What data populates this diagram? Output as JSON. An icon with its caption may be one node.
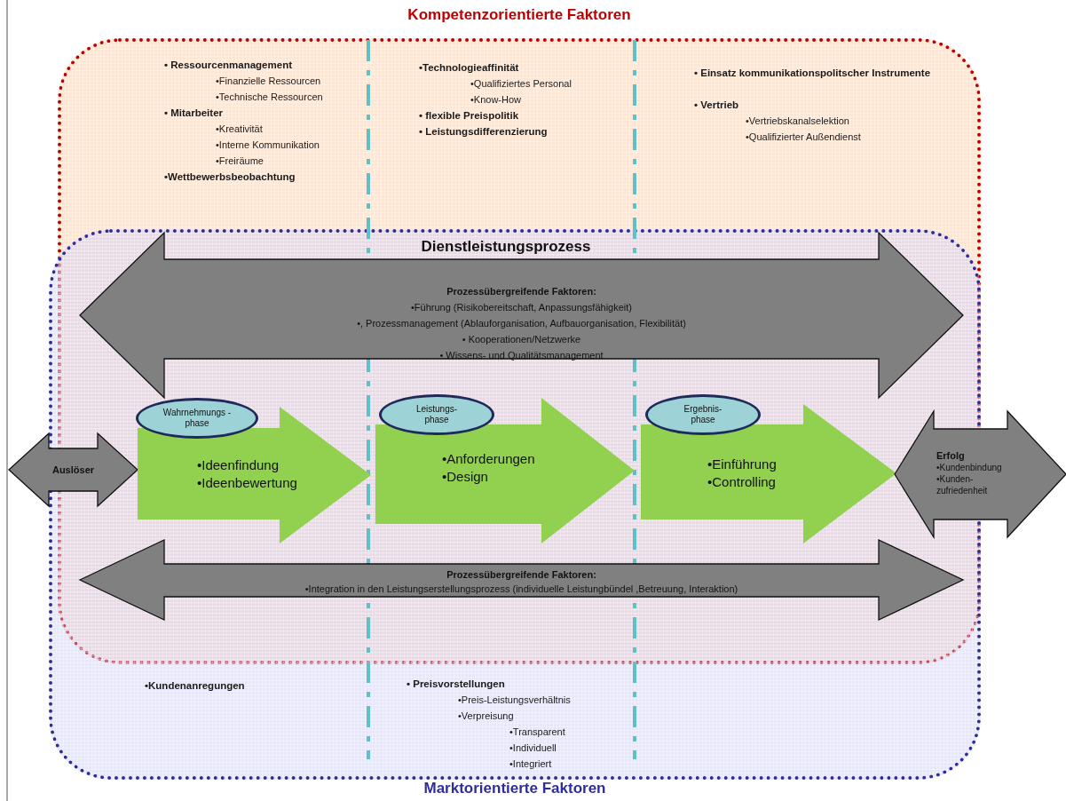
{
  "diagram": {
    "nodes": [
      {
        "text": [
          "Kompetenzorientierte Faktoren",
          "• Ressourcenmanagement",
          "•Finanzielle Ressourcen",
          "•Technische Ressourcen",
          "• Mitarbeiter",
          "•Kreativität",
          "•Interne Kommunikation",
          "•Freiräume",
          "•Wettbewerbsbeobachtung",
          "•Technologieaffinität",
          "•Qualifiziertes Personal",
          "•Know-How",
          "• flexible Preispolitik",
          "• Leistungsdifferenzierung",
          "• Einsatz kommunikationspolitscher Instrumente",
          "• Vertrieb",
          "•Vertriebskanalselektion",
          "•Qualifizierter Außendienst"
        ]
      },
      {
        "text": [
          "Marktorientierte Faktoren",
          "•Kundenanregungen",
          "• Preisvorstellungen",
          "•Preis-Leistungsverhältnis",
          "•Verpreisung",
          "•Transparent",
          "•Individuell",
          "•Integriert"
        ]
      },
      {
        "text": [
          "Prozessübergreifende Faktoren:",
          "•Führung (Risikobereitschaft, Anpassungsfähigkeit)",
          "•, Prozessmanagement (Ablauforganisation, Aufbauorganisation, Flexibilität)",
          "• Kooperationen/Netzwerke",
          "• Wissens- und Qualitätsmanagement"
        ]
      },
      {
        "text": [
          "Auslöser"
        ]
      },
      {
        "text": [
          "Wahrnehmungs -phase"
        ]
      },
      {
        "text": [
          "•Ideenfindung",
          "•Ideenbewertung"
        ]
      },
      {
        "text": [
          "Leistungs- phase"
        ]
      },
      {
        "text": [
          "•Anforderungen",
          "•Design"
        ]
      },
      {
        "text": [
          "Ergebnis- phase"
        ]
      },
      {
        "text": [
          "•Einführung",
          "•Controlling"
        ]
      },
      {
        "text": [
          "Erfolg",
          "•Kundenbindung",
          "•Kunden- zufriedenheit"
        ]
      },
      {
        "text": [
          "Prozessübergreifende Faktoren:",
          "•Integration in den Leistungserstellungsprozess (individuelle Leistungbündel ,Betreuung, Interaktion)"
        ]
      }
    ],
    "labels": [
      "Dienstleistungsprozess"
    ]
  }
}
